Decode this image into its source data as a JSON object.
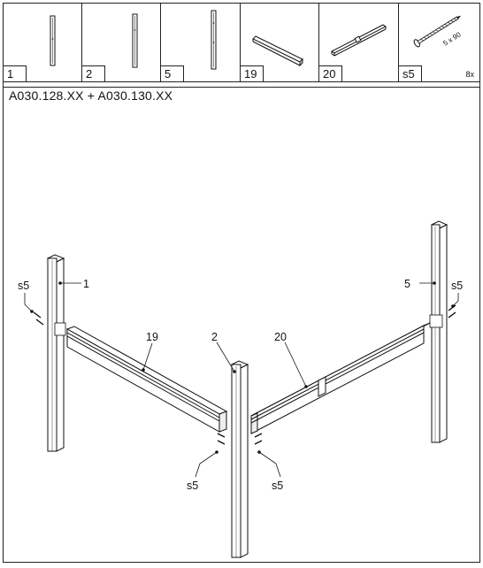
{
  "parts": [
    {
      "number": "1",
      "icon": "post-short-icon"
    },
    {
      "number": "2",
      "icon": "post-medium-icon"
    },
    {
      "number": "5",
      "icon": "post-long-icon"
    },
    {
      "number": "19",
      "icon": "rail-icon"
    },
    {
      "number": "20",
      "icon": "rail-joined-icon"
    },
    {
      "number": "s5",
      "icon": "screw-icon",
      "size": "5 x 90",
      "quantity": "8x"
    }
  ],
  "title": "A030.128.XX + A030.130.XX",
  "labels": {
    "post_left": "1",
    "post_center": "2",
    "post_right": "5",
    "rail_left": "19",
    "rail_right": "20",
    "screw_top_left": "s5",
    "screw_top_right": "s5",
    "screw_bottom_left": "s5",
    "screw_bottom_right": "s5"
  }
}
